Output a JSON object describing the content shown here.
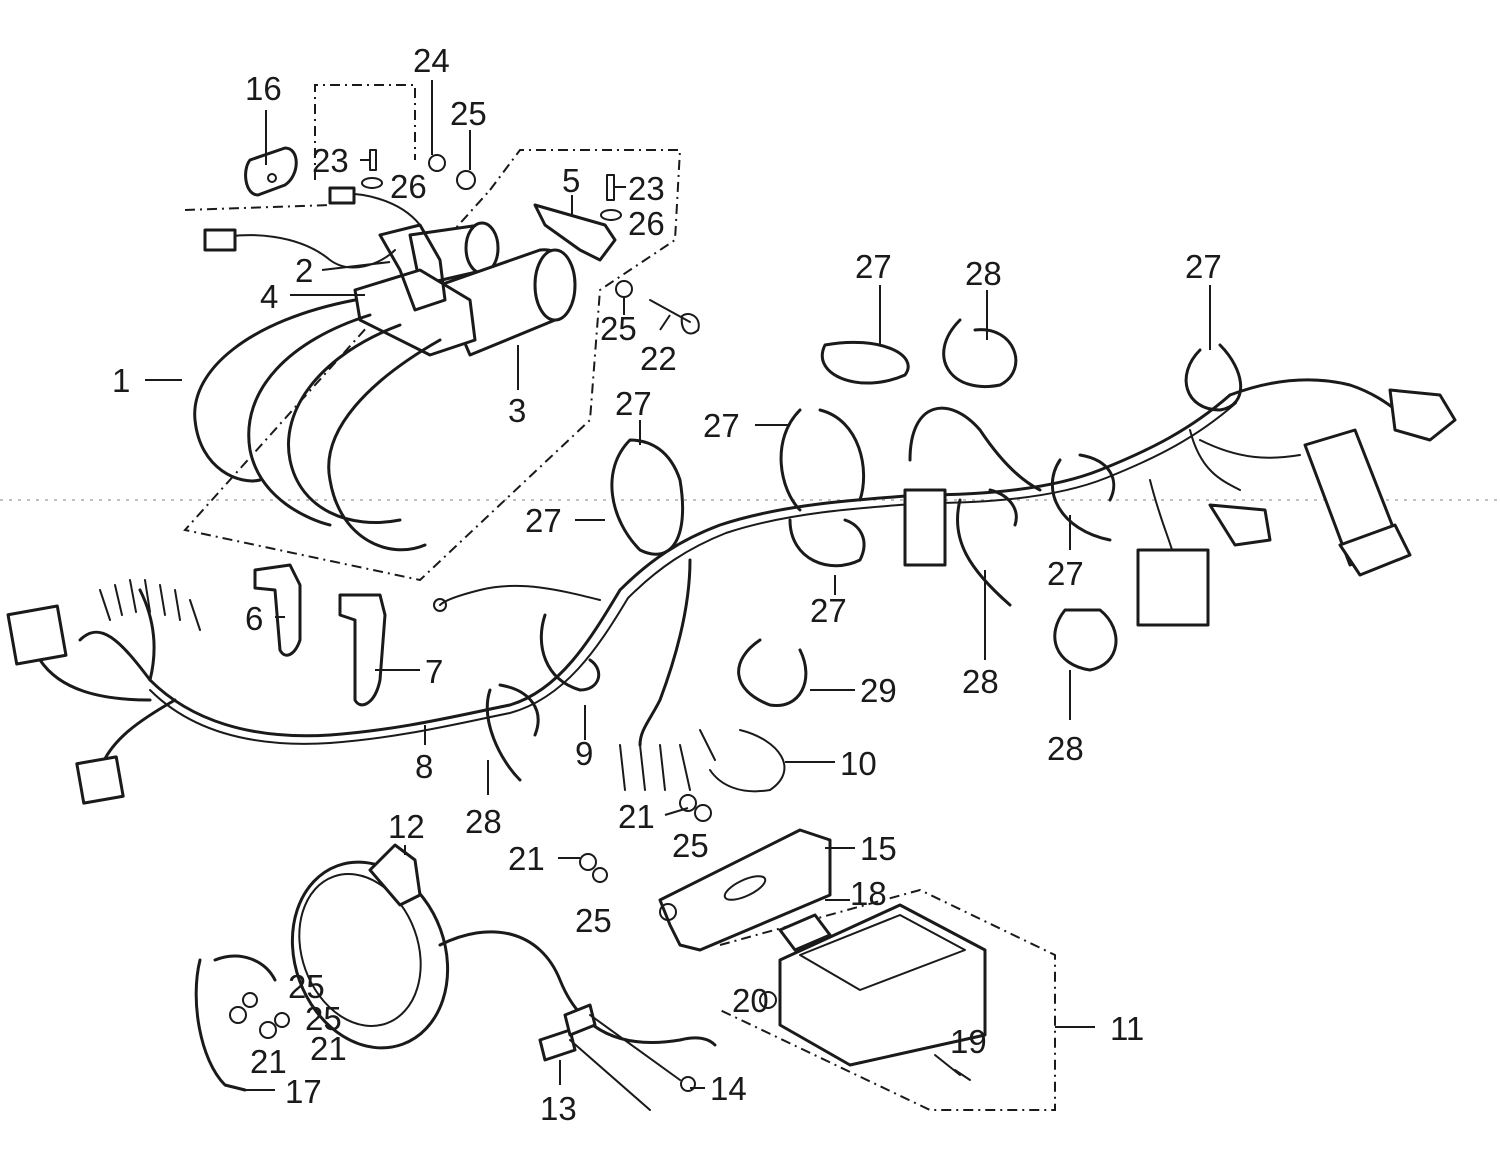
{
  "diagram": {
    "callouts": {
      "c1": "1",
      "c2": "2",
      "c3": "3",
      "c4": "4",
      "c5": "5",
      "c6": "6",
      "c7": "7",
      "c8": "8",
      "c9": "9",
      "c10": "10",
      "c11": "11",
      "c12": "12",
      "c13": "13",
      "c14": "14",
      "c15": "15",
      "c16": "16",
      "c17": "17",
      "c18": "18",
      "c19": "19",
      "c20": "20",
      "c21": "21",
      "c22": "22",
      "c23": "23",
      "c24": "24",
      "c25": "25",
      "c26": "26",
      "c27": "27",
      "c28": "28",
      "c29": "29"
    },
    "colors": {
      "ink": "#1a1a1a",
      "paper": "#ffffff"
    }
  }
}
